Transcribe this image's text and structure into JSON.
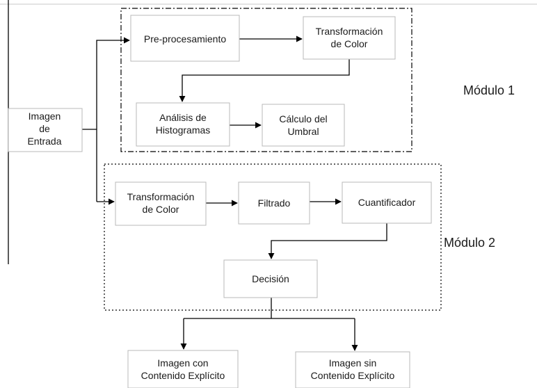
{
  "modules": {
    "m1": "Módulo 1",
    "m2": "Módulo 2"
  },
  "nodes": {
    "input": [
      "Imagen",
      "de",
      "Entrada"
    ],
    "pre": [
      "Pre-procesamiento"
    ],
    "trans1": [
      "Transformación",
      "de Color"
    ],
    "hist": [
      "Análisis de",
      "Histogramas"
    ],
    "umbral": [
      "Cálculo del",
      "Umbral"
    ],
    "trans2": [
      "Transformación",
      "de Color"
    ],
    "filtro": [
      "Filtrado"
    ],
    "cuant": [
      "Cuantificador"
    ],
    "decision": [
      "Decisión"
    ],
    "out_exp": [
      "Imagen con",
      "Contenido Explícito"
    ],
    "out_no": [
      "Imagen sin",
      "Contenido Explícito"
    ]
  }
}
